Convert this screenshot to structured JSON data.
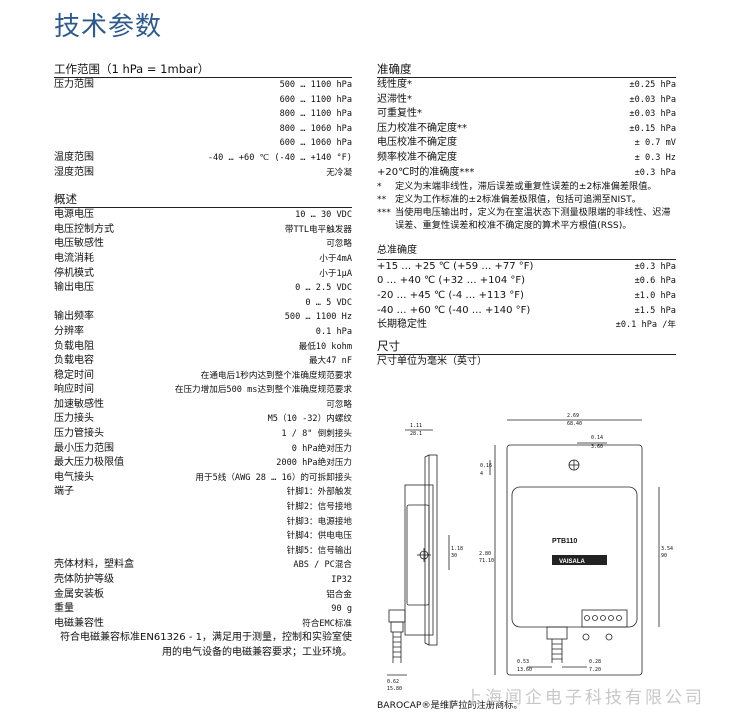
{
  "title": "技术参数",
  "left": {
    "working_range": {
      "header": "工作范围（1 hPa = 1mbar）",
      "rows": [
        {
          "label": "压力范围",
          "value": "500 … 1100 hPa"
        },
        {
          "label": "",
          "value": "600 … 1100 hPa"
        },
        {
          "label": "",
          "value": "800 … 1100 hPa"
        },
        {
          "label": "",
          "value": "800 … 1060 hPa"
        },
        {
          "label": "",
          "value": "600 … 1060 hPa"
        },
        {
          "label": "温度范围",
          "value": "-40 … +60 ℃ (-40 … +140 °F)"
        },
        {
          "label": "湿度范围",
          "value": "无冷凝"
        }
      ]
    },
    "general": {
      "header": "概述",
      "rows": [
        {
          "label": "电源电压",
          "value": "10 … 30 VDC"
        },
        {
          "label": "电压控制方式",
          "value": "带TTL电平触发器"
        },
        {
          "label": "电压敏感性",
          "value": "可忽略"
        },
        {
          "label": "电流消耗",
          "value": "小于4mA"
        },
        {
          "label": "停机模式",
          "value": "小于1μA"
        },
        {
          "label": "输出电压",
          "value": "0 … 2.5 VDC"
        },
        {
          "label": "",
          "value": "0 … 5 VDC"
        },
        {
          "label": "输出频率",
          "value": "500 … 1100 Hz"
        },
        {
          "label": "分辨率",
          "value": "0.1 hPa"
        },
        {
          "label": "负载电阻",
          "value": "最低10 kohm"
        },
        {
          "label": "负载电容",
          "value": "最大47 nF"
        },
        {
          "label": "稳定时间",
          "value": "在通电后1秒内达到整个准确度规范要求"
        },
        {
          "label": "响应时间",
          "value": "在压力增加后500 ms达到整个准确度规范要求"
        },
        {
          "label": "加速敏感性",
          "value": "可忽略"
        },
        {
          "label": "压力接头",
          "value": "M5（10 -32）内螺纹"
        },
        {
          "label": "压力管接头",
          "value": "1 / 8\" 倒刺接头"
        },
        {
          "label": "最小压力范围",
          "value": "0 hPa绝对压力"
        },
        {
          "label": "最大压力极限值",
          "value": "2000 hPa绝对压力"
        },
        {
          "label": "电气接头",
          "value": "用于5线（AWG 28 … 16）的可拆卸接头"
        },
        {
          "label": "端子",
          "value": "针脚1：外部触发"
        },
        {
          "label": "",
          "value": "针脚2：信号接地"
        },
        {
          "label": "",
          "value": "针脚3：电源接地"
        },
        {
          "label": "",
          "value": "针脚4：供电电压"
        },
        {
          "label": "",
          "value": "针脚5：信号输出"
        },
        {
          "label": "壳体材料，塑料盒",
          "value": "ABS / PC混合"
        },
        {
          "label": "壳体防护等级",
          "value": "IP32"
        },
        {
          "label": "金属安装板",
          "value": "铝合金"
        },
        {
          "label": "重量",
          "value": "90 g"
        },
        {
          "label": "电磁兼容性",
          "value": "符合EMC标准"
        }
      ],
      "emc_note": "符合电磁兼容标准EN61326 - 1，满足用于测量，控制和实验室使用的电气设备的电磁兼容要求；工业环境。"
    }
  },
  "right": {
    "accuracy": {
      "header": "准确度",
      "rows": [
        {
          "label": "线性度*",
          "value": "±0.25 hPa"
        },
        {
          "label": "迟滞性*",
          "value": "±0.03 hPa"
        },
        {
          "label": "可重复性*",
          "value": "±0.03 hPa"
        },
        {
          "label": "压力校准不确定度**",
          "value": "±0.15 hPa"
        },
        {
          "label": "电压校准不确定度",
          "value": "± 0.7 mV"
        },
        {
          "label": "频率校准不确定度",
          "value": "± 0.3 Hz"
        },
        {
          "label": "+20℃时的准确度***",
          "value": "±0.3 hPa"
        }
      ],
      "notes": [
        {
          "mark": "*",
          "text": "定义为末端非线性，滞后误差或重复性误差的±2标准偏差限值。"
        },
        {
          "mark": "**",
          "text": "定义为工作标准的±2标准偏差极限值，包括可追溯至NIST。"
        },
        {
          "mark": "***",
          "text": "当使用电压输出时，定义为在室温状态下测量极限端的非线性、迟滞误差、重复性误差和校准不确定度的算术平方根值(RSS)。"
        }
      ]
    },
    "total_accuracy": {
      "header": "总准确度",
      "rows": [
        {
          "label": "+15 … +25 ℃ (+59 … +77 °F)",
          "value": "±0.3 hPa"
        },
        {
          "label": "0 … +40 ℃ (+32 … +104 °F)",
          "value": "±0.6 hPa"
        },
        {
          "label": "-20 … +45 ℃ (-4 … +113 °F)",
          "value": "±1.0 hPa"
        },
        {
          "label": "-40 … +60 ℃ (-40 … +140 °F)",
          "value": "±1.5 hPa"
        },
        {
          "label": "长期稳定性",
          "value": "±0.1 hPa /年"
        }
      ]
    },
    "dimensions": {
      "header": "尺寸",
      "subtitle": "尺寸单位为毫米（英寸）",
      "labels": {
        "d1": "1.11",
        "d1b": "28.1",
        "d2": "2.69",
        "d2b": "68.40",
        "d3": "0.14",
        "d3b": "3.60",
        "d4": "0.16",
        "d4b": "4",
        "d5": "1.18",
        "d5b": "30",
        "d6": "3.54",
        "d6b": "90",
        "d7": "2.80",
        "d7b": "71.10",
        "d8": "0.53",
        "d8b": "13.60",
        "d9": "0.28",
        "d9b": "7.20",
        "d10": "0.62",
        "d10b": "15.80",
        "model": "PTB110",
        "brand": "VAISALA"
      }
    },
    "footnote": "BAROCAP®是维萨拉的注册商标。"
  },
  "watermark": "上海闻企电子科技有限公司"
}
